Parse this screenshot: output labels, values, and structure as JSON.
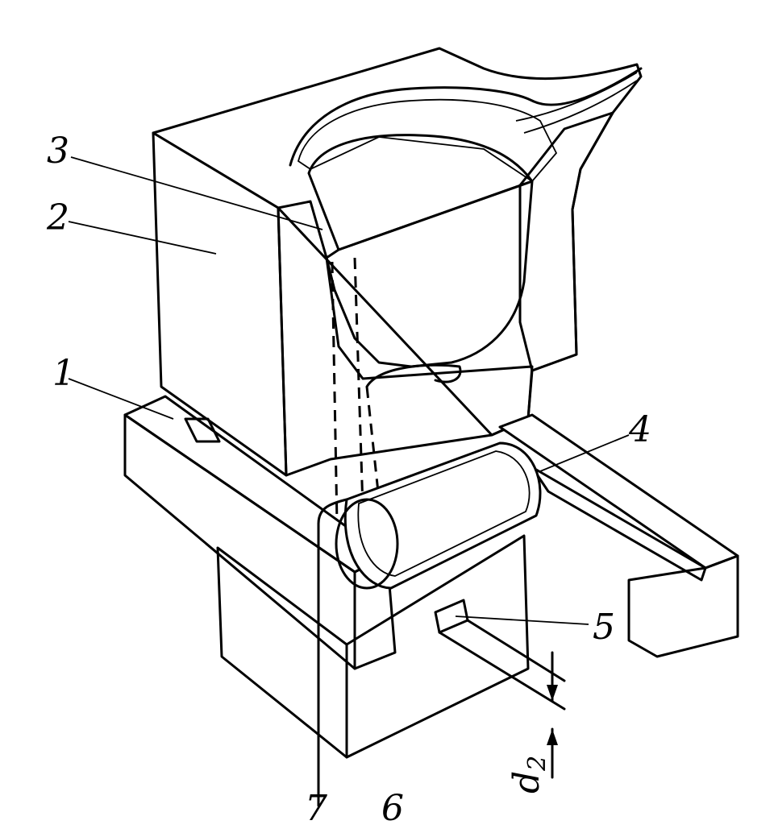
{
  "labels": {
    "l1": "1",
    "l2": "2",
    "l3": "3",
    "l4": "4",
    "l5": "5",
    "l6": "6",
    "l7": "7",
    "d": "d",
    "d_sub": "2"
  },
  "colors": {
    "ink": "#000000",
    "paper": "#ffffff"
  }
}
